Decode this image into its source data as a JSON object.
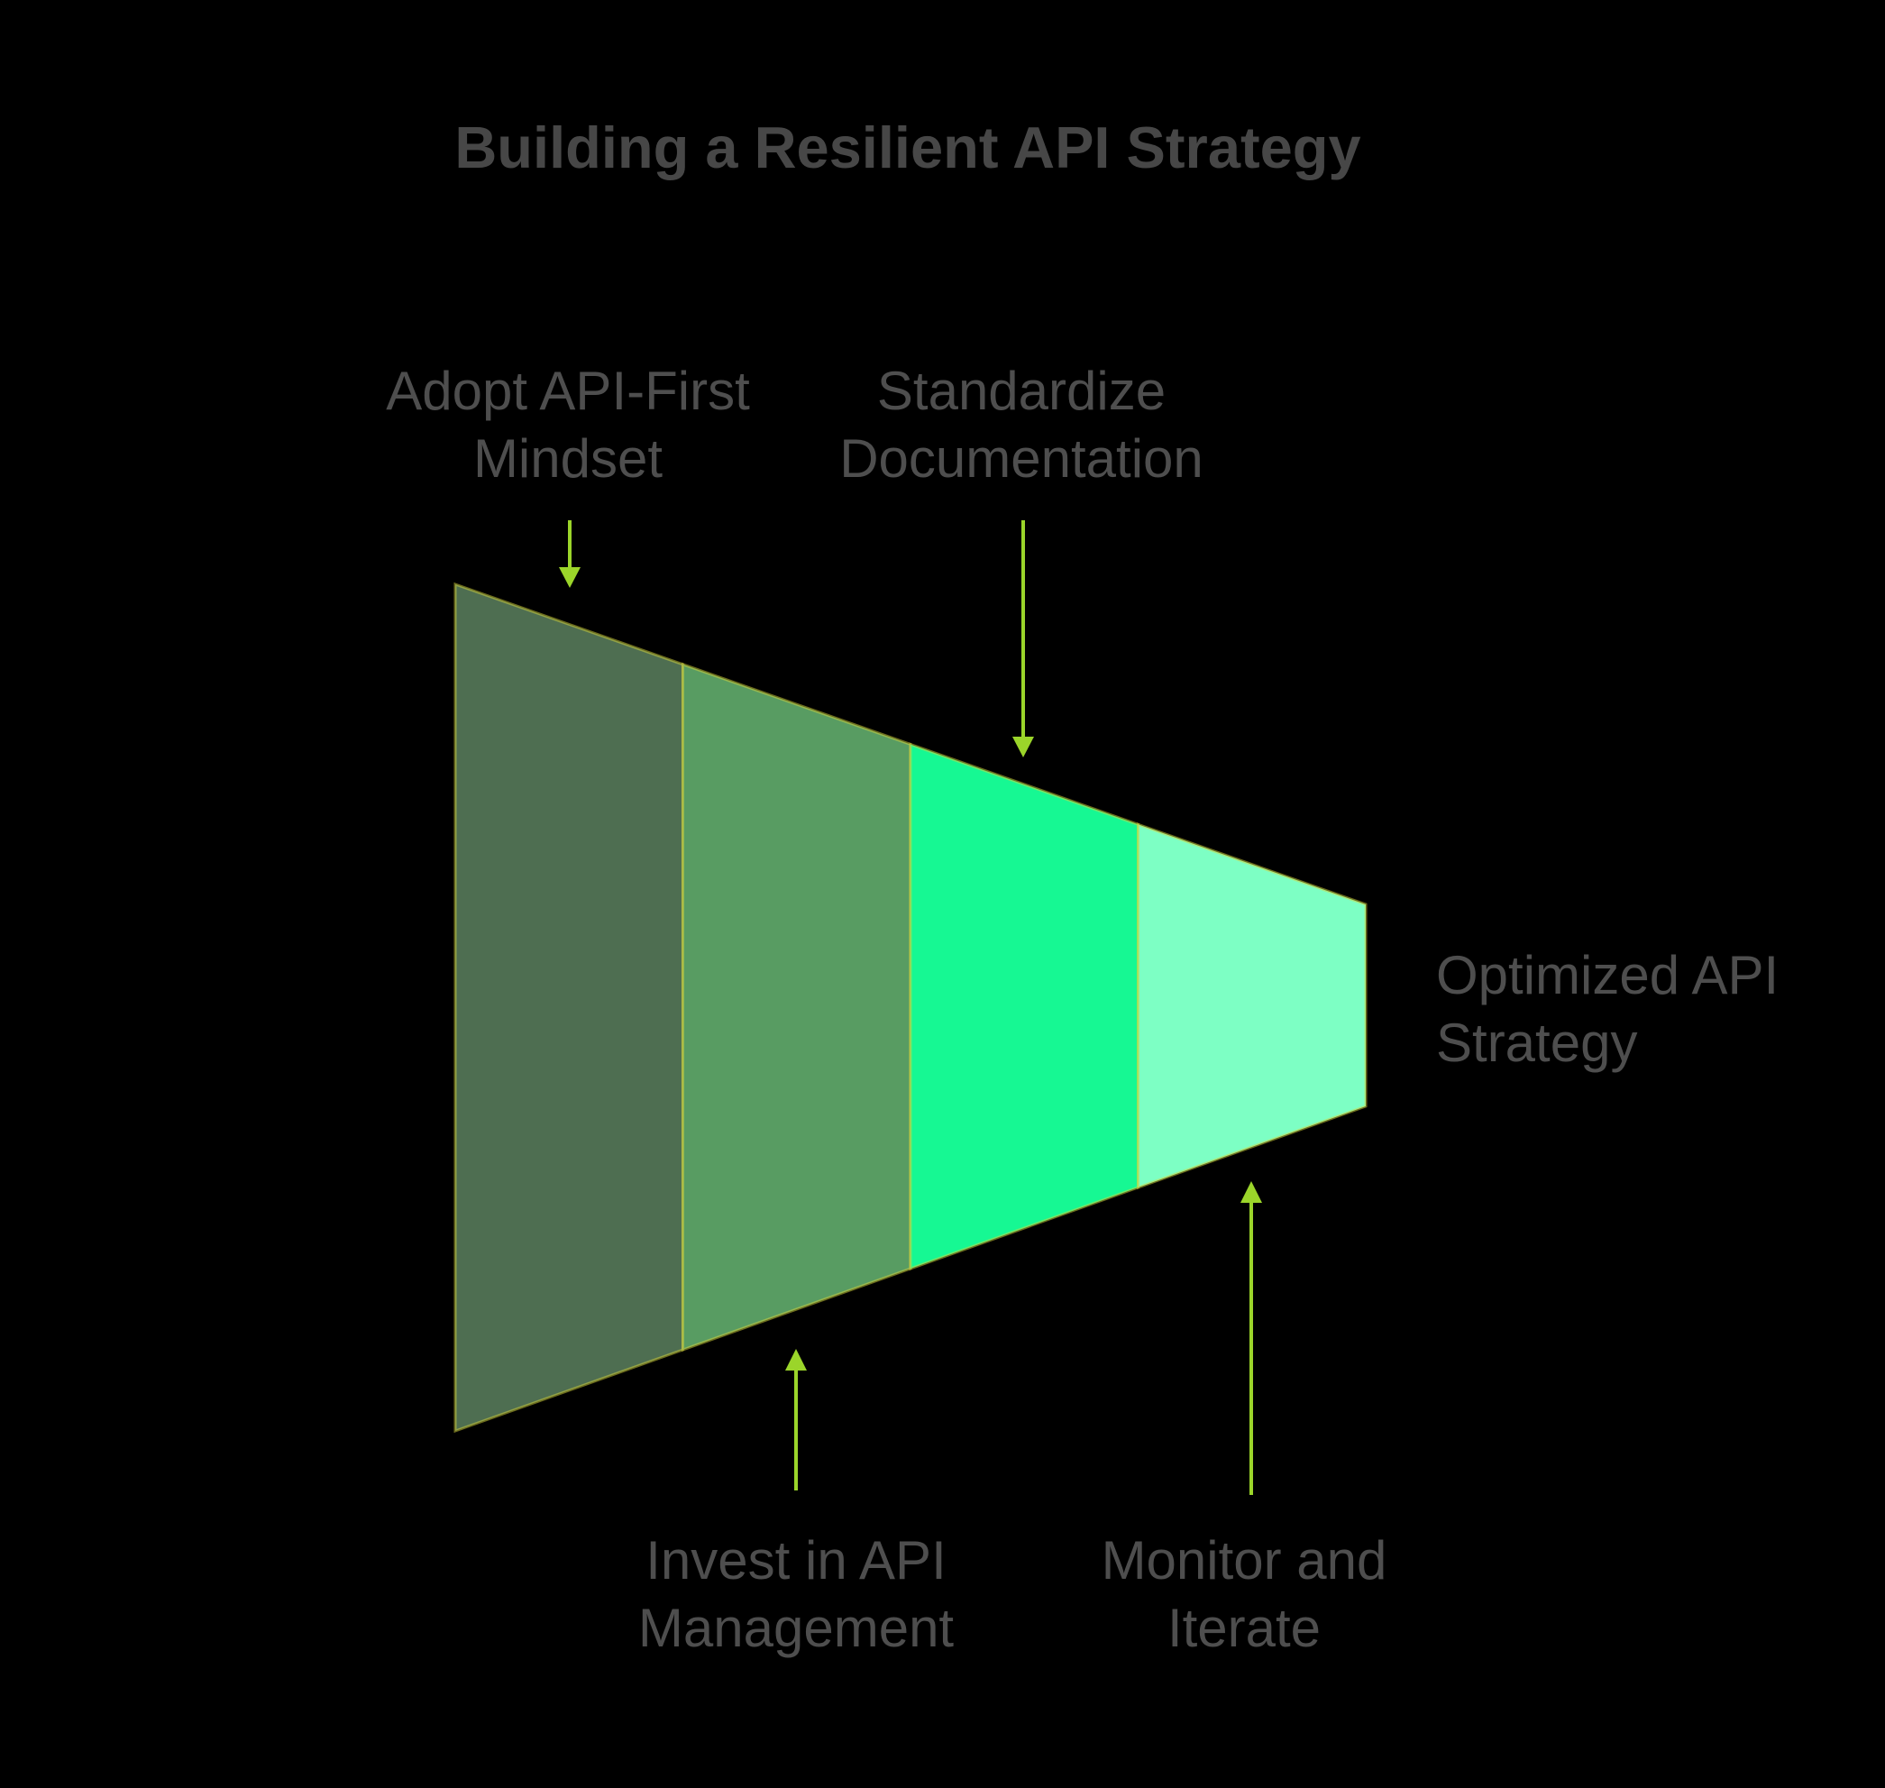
{
  "title": {
    "text": "Building a Resilient API Strategy"
  },
  "colors": {
    "background": "#000000",
    "title_text": "#474747",
    "label_text": "#4e4e4e",
    "arrow": "#9bd52a",
    "segment_stroke": "rgba(214,214,60,0.5)"
  },
  "funnel": {
    "type": "funnel",
    "direction": "left-to-right",
    "stages": [
      {
        "label": "Adopt API-First Mindset",
        "fill": "#4e6e51"
      },
      {
        "label": "Standardize Documentation",
        "fill": "#589c62"
      },
      {
        "label": "Invest in API Management",
        "fill": "#16f893"
      },
      {
        "label": "Monitor and Iterate",
        "fill": "#7dffc4"
      }
    ],
    "outcome": "Optimized API Strategy"
  },
  "labels": {
    "stage1": {
      "line1": "Adopt API-First",
      "line2": "Mindset"
    },
    "stage2": {
      "line1": "Standardize",
      "line2": "Documentation"
    },
    "stage3": {
      "line1": "Invest in API",
      "line2": "Management"
    },
    "stage4": {
      "line1": "Monitor and",
      "line2": "Iterate"
    },
    "result": {
      "line1": "Optimized API",
      "line2": "Strategy"
    }
  }
}
